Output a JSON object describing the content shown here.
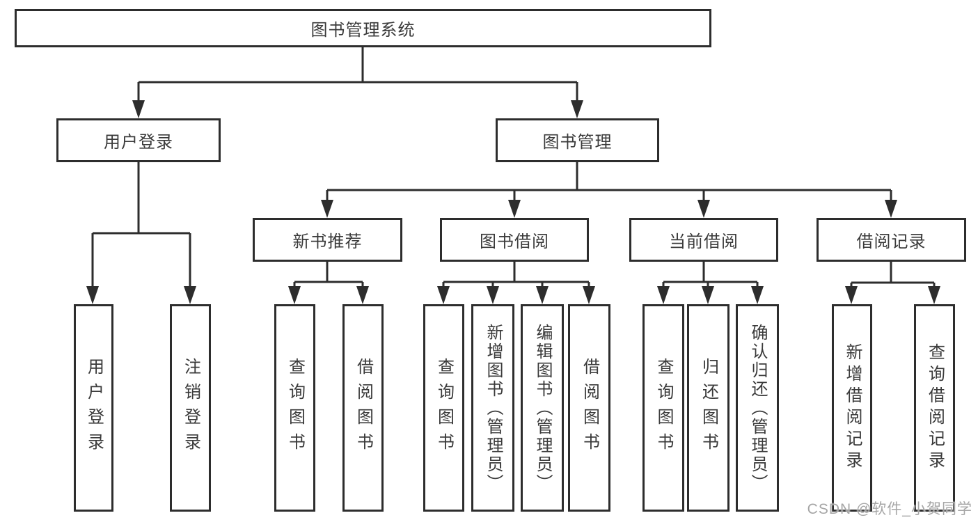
{
  "diagram": {
    "type": "hierarchy-tree",
    "title_node": "图书管理系统",
    "hierarchy": {
      "图书管理系统": {
        "用户登录": [
          "用户登录",
          "注销登录"
        ],
        "图书管理": {
          "新书推荐": [
            "查询图书",
            "借阅图书"
          ],
          "图书借阅": [
            "查询图书",
            "新增图书（管理员）",
            "编辑图书（管理员）",
            "借阅图书"
          ],
          "当前借阅": [
            "查询图书",
            "归还图书",
            "确认归还（管理员）"
          ],
          "借阅记录": [
            "新增借阅记录",
            "查询借阅记录"
          ]
        }
      }
    }
  },
  "nodes": {
    "root": "图书管理系统",
    "user_login": "用户登录",
    "book_mgmt": "图书管理",
    "new_books": "新书推荐",
    "book_borrow": "图书借阅",
    "current_borrow": "当前借阅",
    "borrow_records": "借阅记录",
    "leaves": {
      "login_user": "用户登录",
      "login_logout": "注销登录",
      "nb_query": "查询图书",
      "nb_borrow": "借阅图书",
      "bb_query": "查询图书",
      "bb_add": "新增图书（管理员）",
      "bb_edit": "编辑图书（管理员）",
      "bb_borrow": "借阅图书",
      "cb_query": "查询图书",
      "cb_return": "归还图书",
      "cb_confirm": "确认归还（管理员）",
      "br_add": "新增借阅记录",
      "br_query": "查询借阅记录"
    }
  },
  "colors": {
    "line": "#2d2d2d",
    "box_border": "#2d2d2d",
    "text": "#3a3a3a",
    "background": "#ffffff",
    "watermark": "#a6a6a6"
  },
  "watermark": {
    "text": "CSDN @软件_小贺同学"
  }
}
